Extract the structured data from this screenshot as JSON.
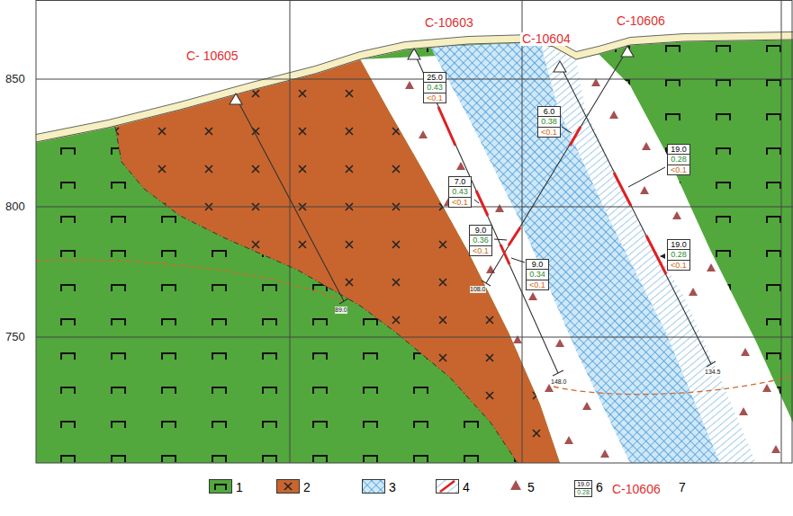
{
  "diagram": {
    "nodes": [
      {
        "text": [
          "25.0",
          "0.43",
          "<0.1"
        ]
      },
      {
        "text": [
          "6.0",
          "0.38",
          "<0.1"
        ]
      },
      {
        "text": [
          "7.0",
          "0.43",
          "<0.1"
        ]
      },
      {
        "text": [
          "9.0",
          "0.36",
          "<0.1"
        ]
      },
      {
        "text": [
          "9.0",
          "0.34",
          "<0.1"
        ]
      },
      {
        "text": [
          "19.0",
          "0.28",
          "<0.1"
        ]
      },
      {
        "text": [
          "19.0",
          "0.28",
          "<0.1"
        ]
      }
    ],
    "labels": [
      "850",
      "800",
      "750",
      "C- 10605",
      "C-10603",
      "C-10604",
      "C-10606",
      "89.0",
      "108.0",
      "148.0",
      "134.5",
      "19.0",
      "0.28",
      "C-10606"
    ],
    "legend": [
      {
        "text": "1",
        "color": "#52a83c"
      },
      {
        "text": "2",
        "color": "#c8652e"
      },
      {
        "text": "3"
      },
      {
        "text": "4"
      },
      {
        "text": "5"
      },
      {
        "text": "6"
      },
      {
        "text": "7"
      }
    ]
  }
}
